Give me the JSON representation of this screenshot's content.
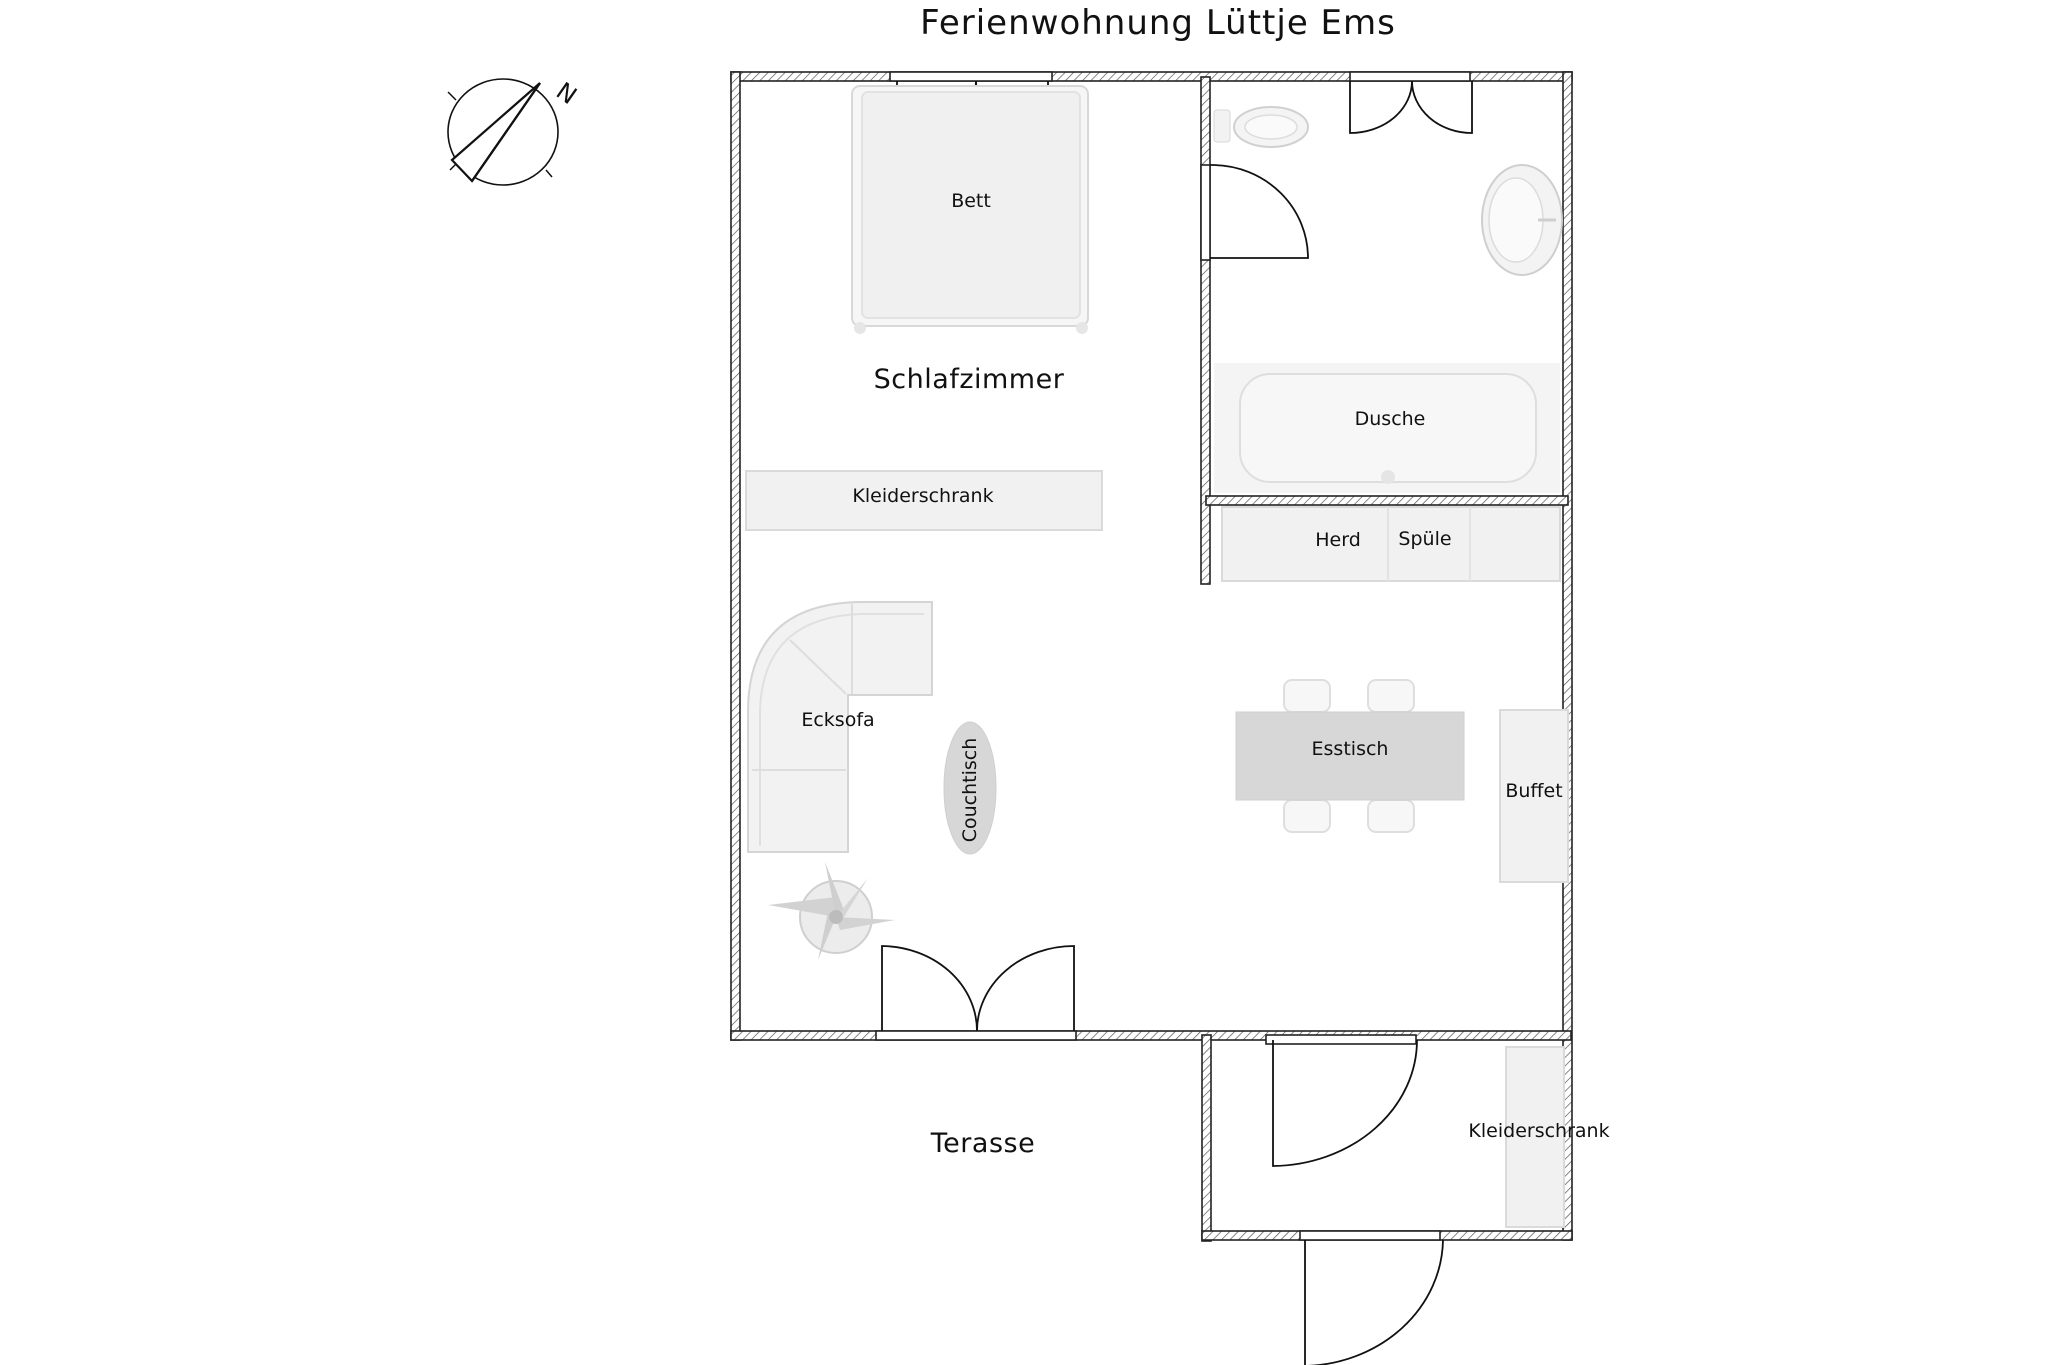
{
  "title": "Ferienwohnung Lüttje Ems",
  "compass": {
    "north_letter": "N"
  },
  "rooms": {
    "bedroom": "Schlafzimmer",
    "terrace": "Terasse"
  },
  "furniture": {
    "bed": "Bett",
    "wardrobe_bedroom": "Kleiderschrank",
    "shower": "Dusche",
    "stove": "Herd",
    "sink": "Spüle",
    "corner_sofa": "Ecksofa",
    "coffee_table": "Couchtisch",
    "dining_table": "Esstisch",
    "buffet": "Buffet",
    "wardrobe_hall": "Kleiderschrank"
  }
}
